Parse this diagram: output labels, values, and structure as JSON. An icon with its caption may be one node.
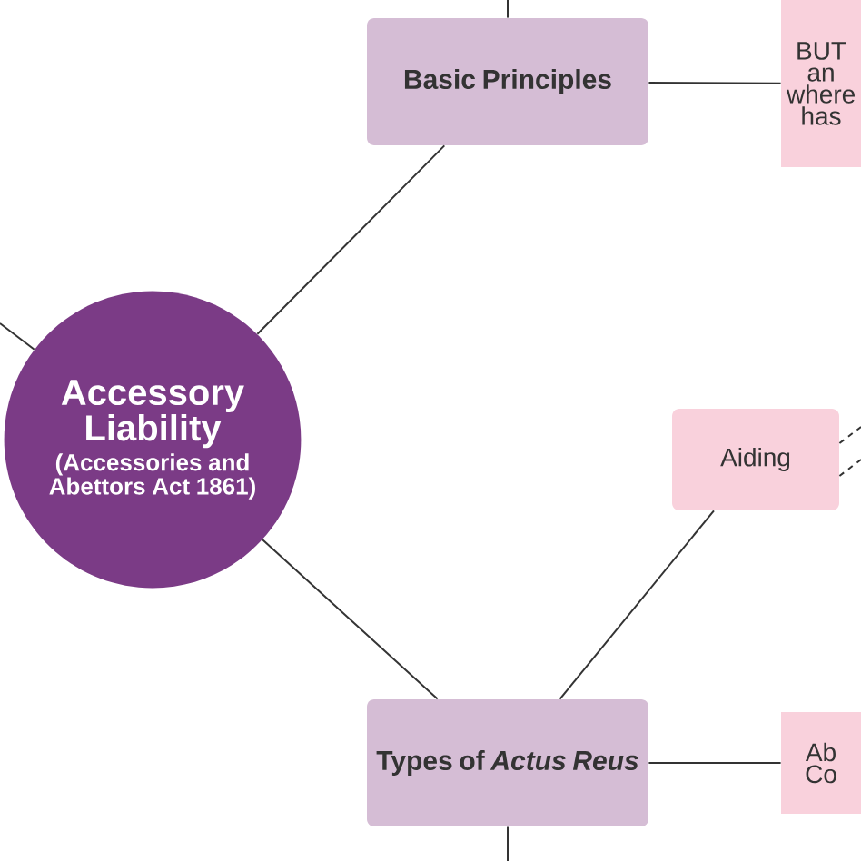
{
  "diagram": {
    "nodes": [
      {
        "text": [
          "Accessory Liability",
          "(Accessories and Abettors Act 1861)"
        ]
      },
      {
        "text": [
          "Basic Principles"
        ]
      },
      {
        "text": [
          "BUT an where has"
        ]
      },
      {
        "text": [
          "Types of *Actus Reus*"
        ]
      },
      {
        "text": [
          "Aiding"
        ]
      },
      {
        "text": [
          "Ab Co"
        ]
      }
    ],
    "edges": [
      {
        "from": 0,
        "to": 1,
        "arrow": "none"
      },
      {
        "from": 1,
        "to": 2,
        "arrow": "none"
      },
      {
        "from": 0,
        "to": 3,
        "arrow": "none"
      },
      {
        "from": 3,
        "to": 4,
        "arrow": "none"
      },
      {
        "from": 3,
        "to": 5,
        "arrow": "none"
      },
      {
        "from": 1,
        "to": null,
        "arrow": "none"
      },
      {
        "from": 3,
        "to": null,
        "arrow": "none"
      },
      {
        "from": 4,
        "to": null,
        "arrow": "none",
        "style": "dashed"
      },
      {
        "from": 4,
        "to": null,
        "arrow": "none",
        "style": "dashed"
      },
      {
        "from": null,
        "to": 0,
        "arrow": "none"
      }
    ]
  }
}
